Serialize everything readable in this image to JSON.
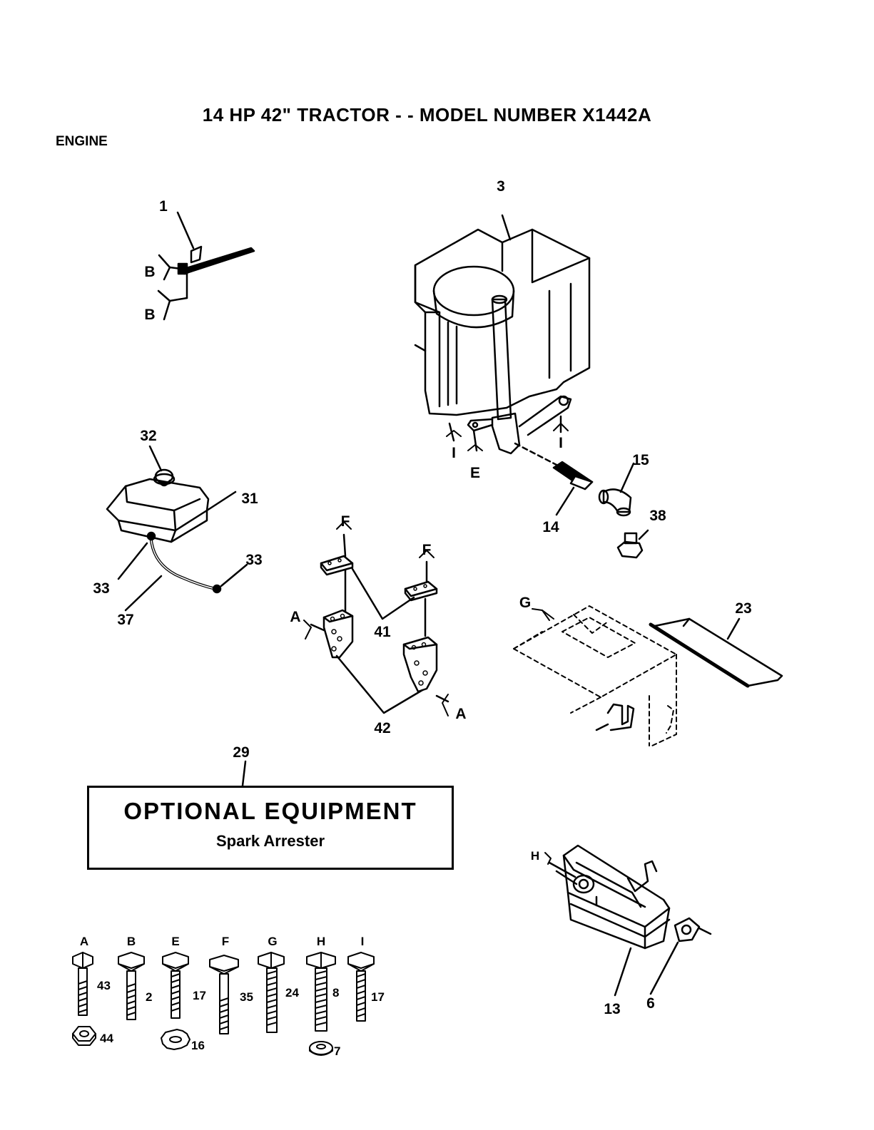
{
  "header": {
    "title": "14 HP 42\" TRACTOR - - MODEL NUMBER X1442A",
    "section": "ENGINE"
  },
  "optional_box": {
    "heading": "OPTIONAL EQUIPMENT",
    "item": "Spark Arrester"
  },
  "callouts": {
    "c1": "1",
    "c3": "3",
    "c32": "32",
    "c31": "31",
    "c33a": "33",
    "c33b": "33",
    "c37": "37",
    "c15": "15",
    "c14": "14",
    "c38": "38",
    "c41": "41",
    "c42": "42",
    "c23": "23",
    "c29": "29",
    "c13": "13",
    "c6": "6"
  },
  "refs": {
    "B1": "B",
    "B2": "B",
    "I1": "I",
    "I2": "I",
    "E": "E",
    "F1": "F",
    "F2": "F",
    "A1": "A",
    "A2": "A",
    "G": "G",
    "H": "H"
  },
  "hardware": {
    "letters": [
      "A",
      "B",
      "E",
      "F",
      "G",
      "H",
      "I"
    ],
    "bolt_numbers": [
      "43",
      "2",
      "17",
      "35",
      "24",
      "8",
      "17"
    ],
    "washer_numbers": {
      "A": "44",
      "E": "16",
      "H": "7"
    }
  }
}
